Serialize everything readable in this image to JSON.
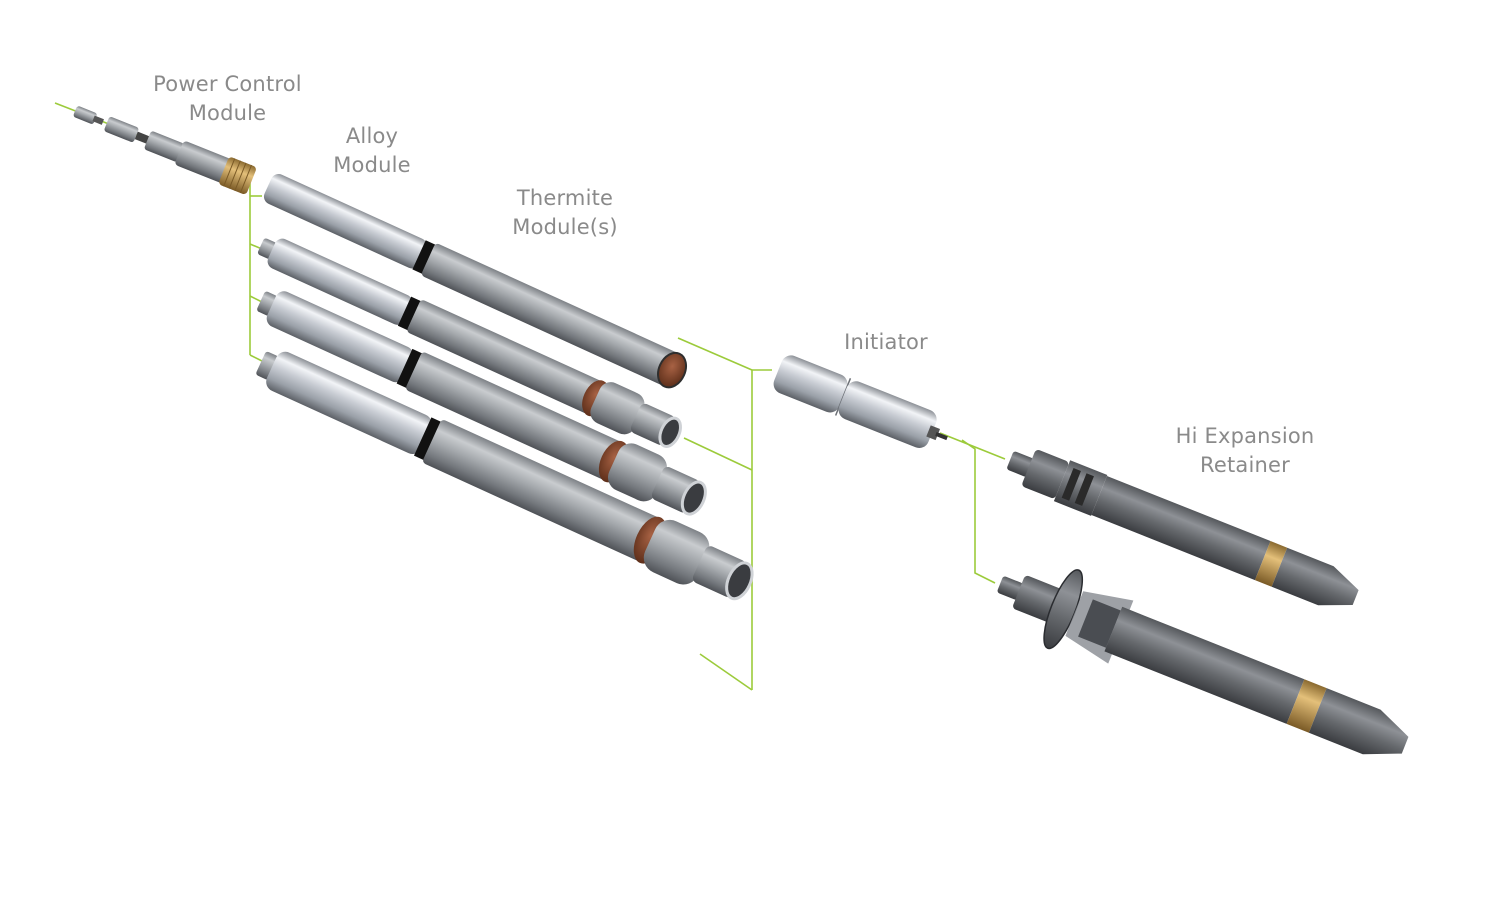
{
  "labels": {
    "power_control": [
      "Power Control",
      "Module"
    ],
    "alloy": [
      "Alloy",
      "Module"
    ],
    "thermite": [
      "Thermite",
      "Module(s)"
    ],
    "initiator": [
      "Initiator"
    ],
    "retainer": [
      "Hi Expansion",
      "Retainer"
    ]
  },
  "colors": {
    "connector": "#9ccb3b",
    "label": "#8a8a8a",
    "steel_light": "#d9dde2",
    "steel_dark": "#6e7277",
    "copper": "#8a4a2c",
    "brass": "#c9a050"
  },
  "components": {
    "alloy_module_count": 4,
    "thermite_module_count": 4,
    "initiator_count": 1,
    "retainer_count": 2
  }
}
